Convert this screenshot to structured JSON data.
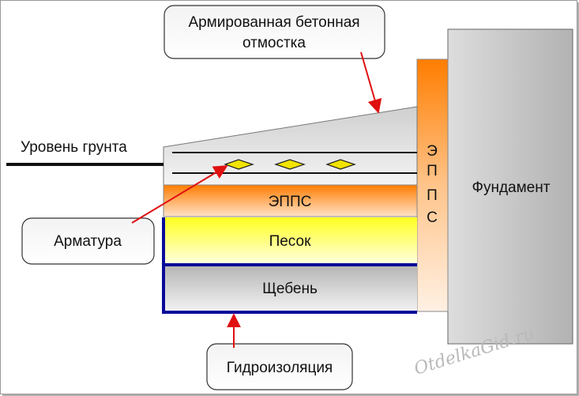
{
  "callouts": {
    "concrete_line1": "Армированная бетонная",
    "concrete_line2": "отмостка",
    "rebar": "Арматура",
    "waterproofing": "Гидроизоляция"
  },
  "labels": {
    "ground_level": "Уровень грунта",
    "epps_layer": "ЭППС",
    "sand": "Песок",
    "gravel": "Щебень",
    "foundation": "Фундамент",
    "epps_vertical": [
      "Э",
      "П",
      "П",
      "С"
    ]
  },
  "watermark": "OtdelkaGid.ru",
  "colors": {
    "arrow": "#e01010",
    "waterproofing": "#0a0a9a",
    "rebar_diamond": "#f2e400"
  }
}
